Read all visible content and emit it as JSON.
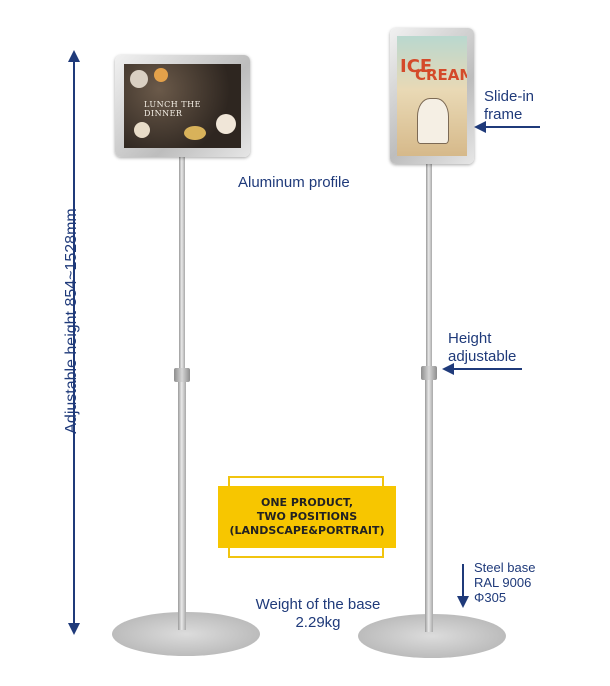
{
  "labels": {
    "adjustable_height": "Adjustable height 854~1528mm",
    "aluminum_profile": "Aluminum profile",
    "slide_in_line1": "Slide-in",
    "slide_in_line2": "frame",
    "height_adj_line1": "Height",
    "height_adj_line2": "adjustable",
    "steel_line1": "Steel base",
    "steel_line2": "RAL 9006",
    "steel_line3": "Φ305",
    "weight_line1": "Weight of the base",
    "weight_line2": "2.29kg"
  },
  "badge": {
    "line1": "ONE PRODUCT,",
    "line2": "TWO POSITIONS",
    "line3": "(LANDSCAPE&PORTRAIT)"
  },
  "landscape_poster": {
    "title": "LUNCH THE DINNER"
  },
  "portrait_poster": {
    "line1": "ICE",
    "line2": "CREAM"
  },
  "colors": {
    "text": "#1f3a7a",
    "badge": "#f7c600",
    "arrow": "#1f3a7a"
  }
}
